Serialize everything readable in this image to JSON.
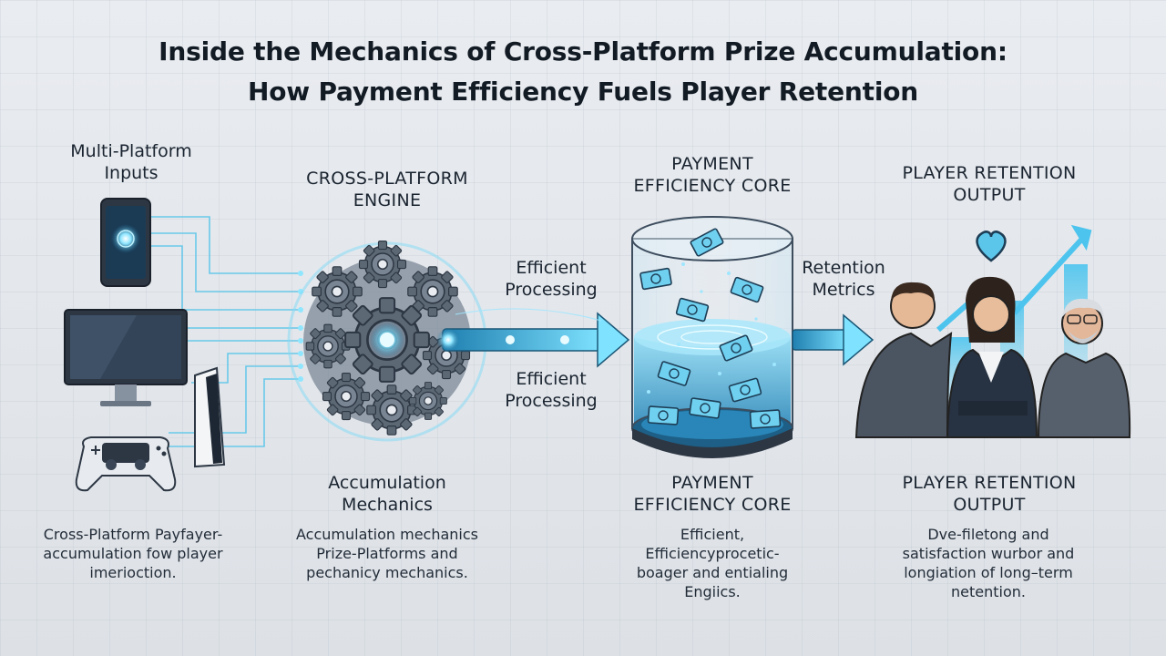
{
  "title": {
    "line1": "Inside the Mechanics of Cross-Platform Prize Accumulation:",
    "line2": "How Payment Efficiency Fuels Player Retention"
  },
  "stages": {
    "inputs": {
      "heading_line1": "Multi-Platform",
      "heading_line2": "Inputs",
      "desc_line1": "Cross-Platform Payfayer-",
      "desc_line2": "accumulation fow player",
      "desc_line3": "imerioction."
    },
    "engine": {
      "heading_line1": "CROSS-PLATFORM",
      "heading_line2": "ENGINE",
      "sub_line1": "Accumulation",
      "sub_line2": "Mechanics",
      "desc_line1": "Accumulation mechanics",
      "desc_line2": "Prize-Platforms and",
      "desc_line3": "pechanicy mechanics."
    },
    "core": {
      "heading_line1": "PAYMENT",
      "heading_line2": "EFFICIENCY CORE",
      "sub_line1": "PAYMENT",
      "sub_line2": "EFFICIENCY CORE",
      "desc_line1": "Efficient,",
      "desc_line2": "Efficiencyprocetic-",
      "desc_line3": "boager and entialing",
      "desc_line4": "Engiics."
    },
    "output": {
      "heading_line1": "PLAYER RETENTION",
      "heading_line2": "OUTPUT",
      "sub_line1": "PLAYER RETENTION",
      "sub_line2": "OUTPUT",
      "desc_line1": "Dve-filetong and",
      "desc_line2": "satisfaction wurbor and",
      "desc_line3": "longiation of long–term",
      "desc_line4": "netention."
    }
  },
  "flow_labels": {
    "upper_line1": "Efficient",
    "upper_line2": "Processing",
    "lower_line1": "Efficient",
    "lower_line2": "Processing",
    "retention_line1": "Retention",
    "retention_line2": "Metrics"
  },
  "icons": [
    "smartphone-icon",
    "monitor-icon",
    "console-icon",
    "gamepad-icon",
    "gear-cluster-icon",
    "cylinder-icon",
    "banknote-icon",
    "heart-icon",
    "growth-arrow-icon",
    "player-icon"
  ],
  "colors": {
    "accent": "#3fc6ee",
    "glow": "#8fe6ff",
    "gear": "#5d6875",
    "dark": "#2d3744"
  }
}
